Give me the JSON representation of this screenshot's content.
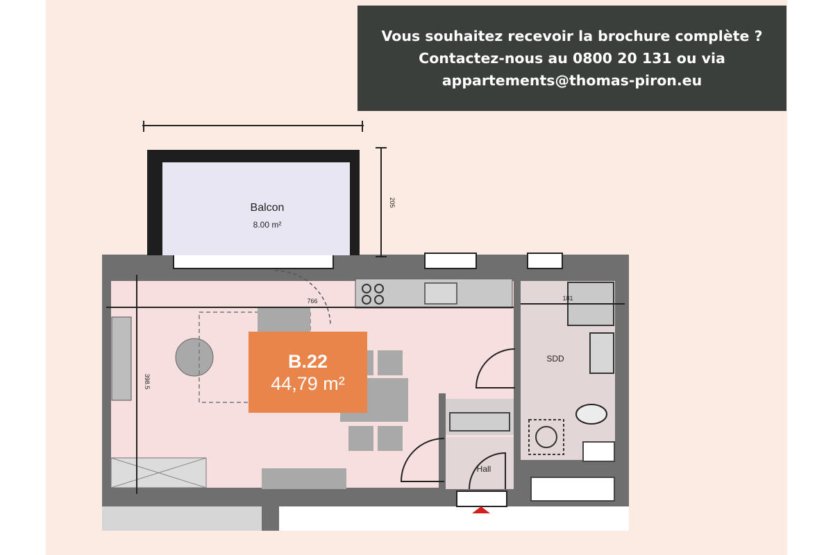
{
  "banner": {
    "line1": "Vous souhaitez recevoir la brochure complète ?",
    "line2": "Contactez-nous au 0800 20 131 ou via",
    "line3": "appartements@thomas-piron.eu"
  },
  "unit": {
    "code": "B.22",
    "area": "44,79 m²"
  },
  "rooms": {
    "balcony_name": "Balcon",
    "balcony_area": "8.00 m²",
    "bathroom": "SDD",
    "hall": "Hall"
  },
  "dimensions": {
    "living_width": "766",
    "living_depth": "398.5",
    "balcony_depth": "205",
    "bathroom_width": "181"
  },
  "colors": {
    "background": "#fbebe2",
    "banner": "#3a3f3b",
    "badge": "#e9844b",
    "living_floor": "#f7dfe0",
    "balcony_floor": "#e8e6f2",
    "wall": "#6f6f6f"
  }
}
